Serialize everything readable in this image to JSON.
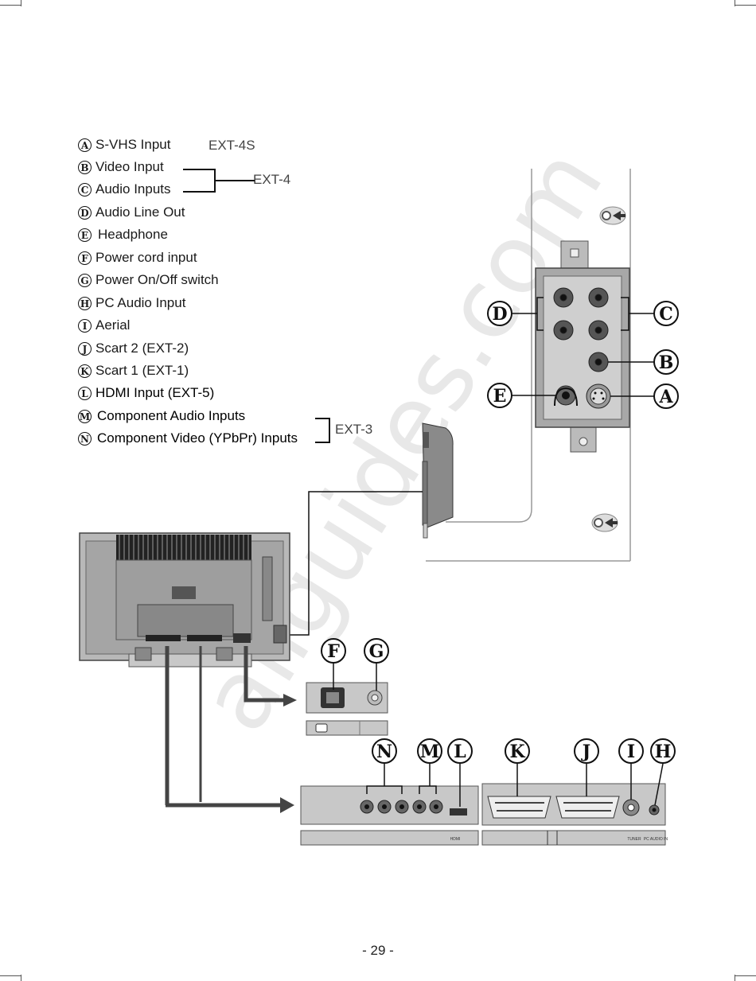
{
  "legend": {
    "items": [
      {
        "letter": "A",
        "label": "S-VHS Input"
      },
      {
        "letter": "B",
        "label": "Video Input"
      },
      {
        "letter": "C",
        "label": "Audio Inputs"
      },
      {
        "letter": "D",
        "label": "Audio Line Out"
      },
      {
        "letter": "E",
        "label": "Headphone"
      },
      {
        "letter": "F",
        "label": "Power cord input"
      },
      {
        "letter": "G",
        "label": "Power On/Off switch"
      },
      {
        "letter": "H",
        "label": "PC Audio Input"
      },
      {
        "letter": "I",
        "label": "Aerial"
      },
      {
        "letter": "J",
        "label": "Scart 2 (EXT-2)"
      },
      {
        "letter": "K",
        "label": "Scart 1 (EXT-1)"
      },
      {
        "letter": "L",
        "label": "HDMI Input (EXT-5)"
      },
      {
        "letter": "M",
        "label": "Component Audio Inputs"
      },
      {
        "letter": "N",
        "label": "Component Video (YPbPr) Inputs"
      }
    ],
    "ext_4s": "EXT-4S",
    "ext_4": "EXT-4",
    "ext_3": "EXT-3"
  },
  "diagram": {
    "side_panel_letters": {
      "d": "D",
      "c": "C",
      "b": "B",
      "e": "E",
      "a": "A"
    },
    "power_letters": {
      "f": "F",
      "g": "G"
    },
    "rear_letters": {
      "n": "N",
      "m": "M",
      "l": "L",
      "k": "K",
      "j": "J",
      "i": "I",
      "h": "H"
    },
    "rear_labels": {
      "hdmi": "HDMI",
      "tuner": "TUNER",
      "pc_audio": "PC AUDIO IN"
    }
  },
  "watermark": "allguides.com",
  "page_number": "- 29 -"
}
